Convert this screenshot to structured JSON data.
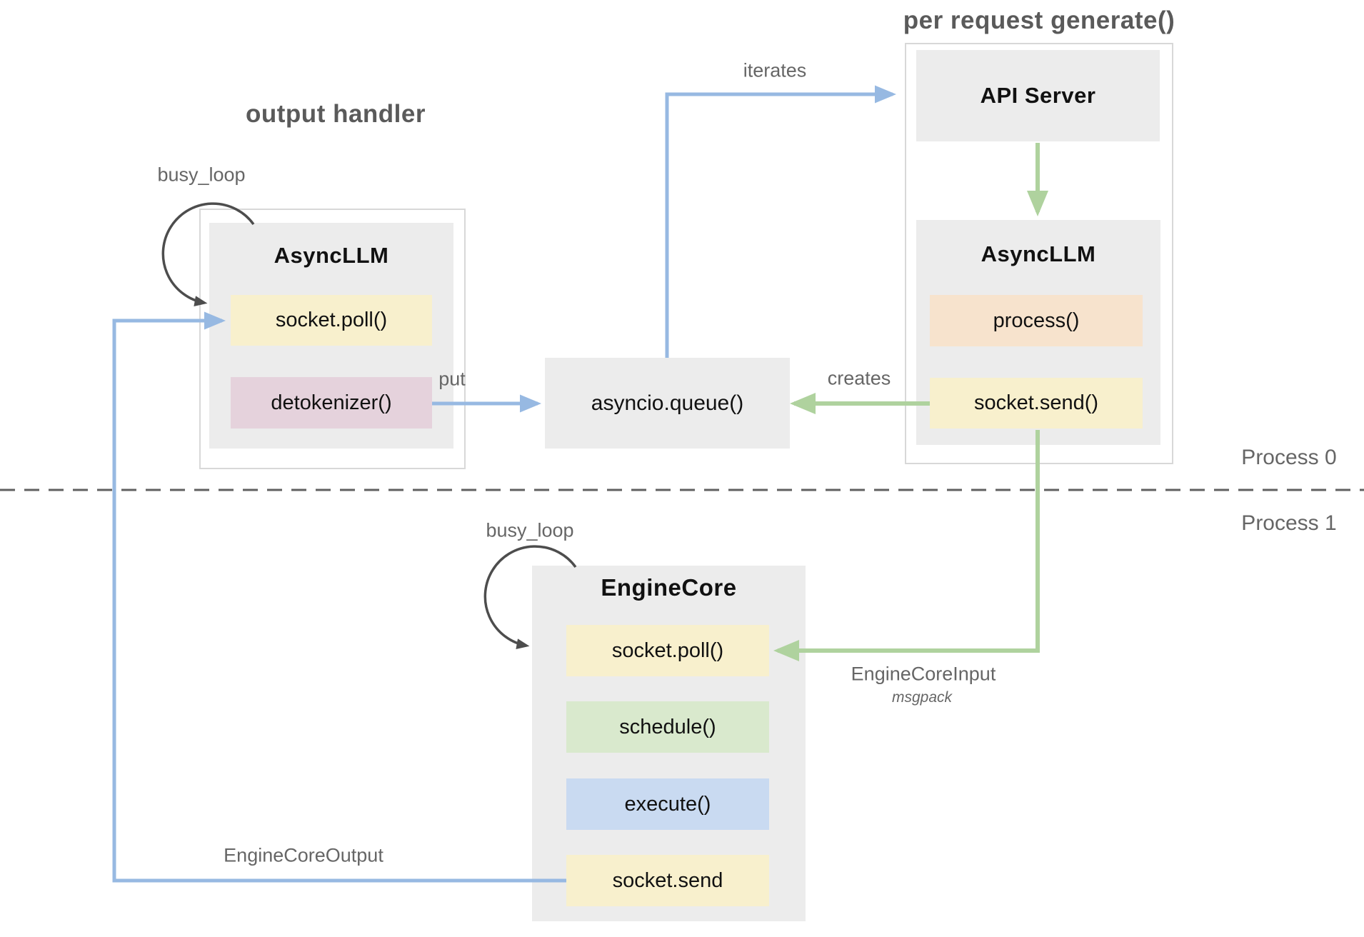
{
  "titles": {
    "output_handler": "output handler",
    "per_request_generate": "per request generate()"
  },
  "labels": {
    "busy_loop_left": "busy_loop",
    "busy_loop_engine": "busy_loop",
    "iterates": "iterates",
    "put": "put",
    "creates": "creates",
    "engine_core_input": "EngineCoreInput",
    "msgpack": "msgpack",
    "engine_core_output": "EngineCoreOutput",
    "process_0": "Process 0",
    "process_1": "Process 1"
  },
  "nodes": {
    "async_llm_left": {
      "title": "AsyncLLM",
      "methods": [
        "socket.poll()",
        "detokenizer()"
      ]
    },
    "api_server": {
      "title": "API Server"
    },
    "async_llm_right": {
      "title": "AsyncLLM",
      "methods": [
        "process()",
        "socket.send()"
      ]
    },
    "queue": {
      "title": "asyncio.queue()"
    },
    "engine_core": {
      "title": "EngineCore",
      "methods": [
        "socket.poll()",
        "schedule()",
        "execute()",
        "socket.send"
      ]
    }
  },
  "colors": {
    "arrow_blue": "#97b9e2",
    "arrow_green": "#afd29e",
    "arc_dark": "#4d4d4d",
    "node_gray": "#ececec",
    "outer_border": "#d8d8d8",
    "chip_yellow": "#f8f0cd",
    "chip_pink": "#e5d2dc",
    "chip_peach": "#f7e3cd",
    "chip_green": "#d9e9cd",
    "chip_blue": "#c9daf1",
    "label_gray": "#666666",
    "title_gray": "#5a5a5a"
  }
}
